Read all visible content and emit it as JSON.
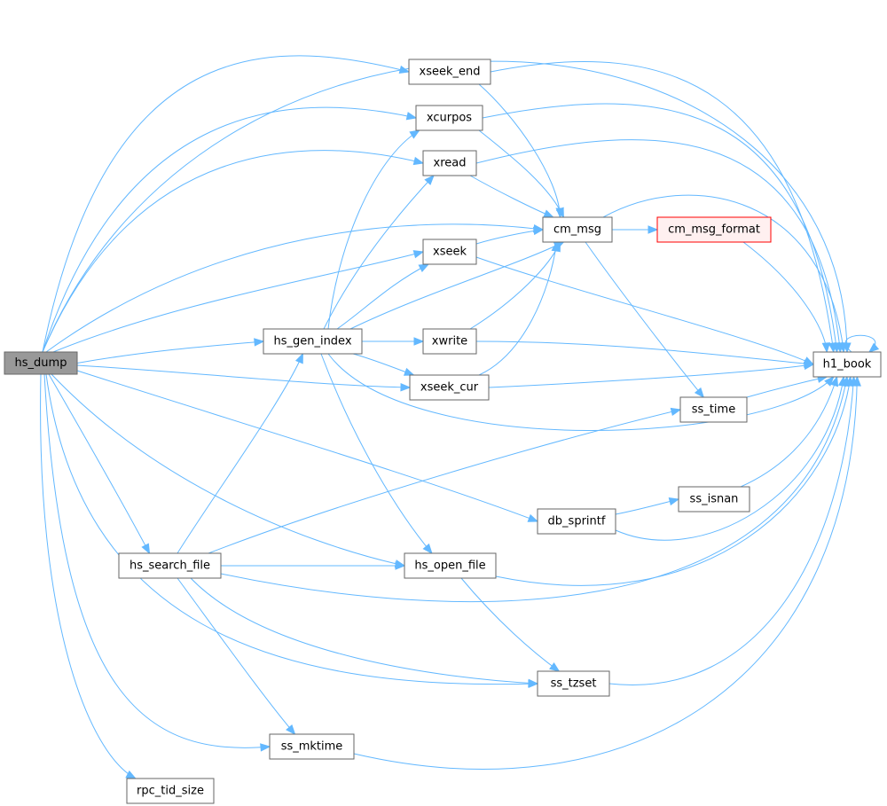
{
  "graph": {
    "nodes": [
      {
        "id": "hs_dump",
        "label": "hs_dump",
        "style": "root"
      },
      {
        "id": "xseek_end",
        "label": "xseek_end",
        "style": "normal"
      },
      {
        "id": "xcurpos",
        "label": "xcurpos",
        "style": "normal"
      },
      {
        "id": "xread",
        "label": "xread",
        "style": "normal"
      },
      {
        "id": "cm_msg",
        "label": "cm_msg",
        "style": "normal"
      },
      {
        "id": "cm_msg_format",
        "label": "cm_msg_format",
        "style": "warn"
      },
      {
        "id": "xseek",
        "label": "xseek",
        "style": "normal"
      },
      {
        "id": "hs_gen_index",
        "label": "hs_gen_index",
        "style": "normal"
      },
      {
        "id": "xwrite",
        "label": "xwrite",
        "style": "normal"
      },
      {
        "id": "h1_book",
        "label": "h1_book",
        "style": "normal"
      },
      {
        "id": "xseek_cur",
        "label": "xseek_cur",
        "style": "normal"
      },
      {
        "id": "ss_time",
        "label": "ss_time",
        "style": "normal"
      },
      {
        "id": "ss_isnan",
        "label": "ss_isnan",
        "style": "normal"
      },
      {
        "id": "db_sprintf",
        "label": "db_sprintf",
        "style": "normal"
      },
      {
        "id": "hs_search_file",
        "label": "hs_search_file",
        "style": "normal"
      },
      {
        "id": "hs_open_file",
        "label": "hs_open_file",
        "style": "normal"
      },
      {
        "id": "ss_tzset",
        "label": "ss_tzset",
        "style": "normal"
      },
      {
        "id": "ss_mktime",
        "label": "ss_mktime",
        "style": "normal"
      },
      {
        "id": "rpc_tid_size",
        "label": "rpc_tid_size",
        "style": "normal"
      }
    ],
    "edges": [
      [
        "hs_dump",
        "xseek_end"
      ],
      [
        "hs_dump",
        "xcurpos"
      ],
      [
        "hs_dump",
        "xread"
      ],
      [
        "hs_dump",
        "cm_msg"
      ],
      [
        "hs_dump",
        "xseek"
      ],
      [
        "hs_dump",
        "hs_gen_index"
      ],
      [
        "hs_dump",
        "xseek_cur"
      ],
      [
        "hs_dump",
        "h1_book"
      ],
      [
        "hs_dump",
        "db_sprintf"
      ],
      [
        "hs_dump",
        "hs_search_file"
      ],
      [
        "hs_dump",
        "hs_open_file"
      ],
      [
        "hs_dump",
        "ss_tzset"
      ],
      [
        "hs_dump",
        "ss_mktime"
      ],
      [
        "hs_dump",
        "rpc_tid_size"
      ],
      [
        "xseek_end",
        "cm_msg"
      ],
      [
        "xseek_end",
        "h1_book"
      ],
      [
        "xcurpos",
        "cm_msg"
      ],
      [
        "xcurpos",
        "h1_book"
      ],
      [
        "xread",
        "cm_msg"
      ],
      [
        "xread",
        "h1_book"
      ],
      [
        "cm_msg",
        "cm_msg_format"
      ],
      [
        "cm_msg",
        "ss_time"
      ],
      [
        "cm_msg",
        "h1_book"
      ],
      [
        "cm_msg_format",
        "h1_book"
      ],
      [
        "xseek",
        "cm_msg"
      ],
      [
        "xseek",
        "h1_book"
      ],
      [
        "hs_gen_index",
        "xcurpos"
      ],
      [
        "hs_gen_index",
        "xread"
      ],
      [
        "hs_gen_index",
        "xseek"
      ],
      [
        "hs_gen_index",
        "cm_msg"
      ],
      [
        "hs_gen_index",
        "xwrite"
      ],
      [
        "hs_gen_index",
        "xseek_cur"
      ],
      [
        "hs_gen_index",
        "h1_book"
      ],
      [
        "hs_gen_index",
        "hs_open_file"
      ],
      [
        "xwrite",
        "cm_msg"
      ],
      [
        "xwrite",
        "h1_book"
      ],
      [
        "xseek_cur",
        "cm_msg"
      ],
      [
        "xseek_cur",
        "h1_book"
      ],
      [
        "h1_book",
        "h1_book"
      ],
      [
        "ss_time",
        "h1_book"
      ],
      [
        "ss_isnan",
        "h1_book"
      ],
      [
        "db_sprintf",
        "ss_isnan"
      ],
      [
        "db_sprintf",
        "h1_book"
      ],
      [
        "hs_search_file",
        "hs_gen_index"
      ],
      [
        "hs_search_file",
        "ss_time"
      ],
      [
        "hs_search_file",
        "hs_open_file"
      ],
      [
        "hs_search_file",
        "h1_book"
      ],
      [
        "hs_search_file",
        "ss_tzset"
      ],
      [
        "hs_search_file",
        "ss_mktime"
      ],
      [
        "hs_open_file",
        "h1_book"
      ],
      [
        "hs_open_file",
        "ss_tzset"
      ],
      [
        "ss_tzset",
        "h1_book"
      ],
      [
        "ss_mktime",
        "h1_book"
      ]
    ]
  }
}
